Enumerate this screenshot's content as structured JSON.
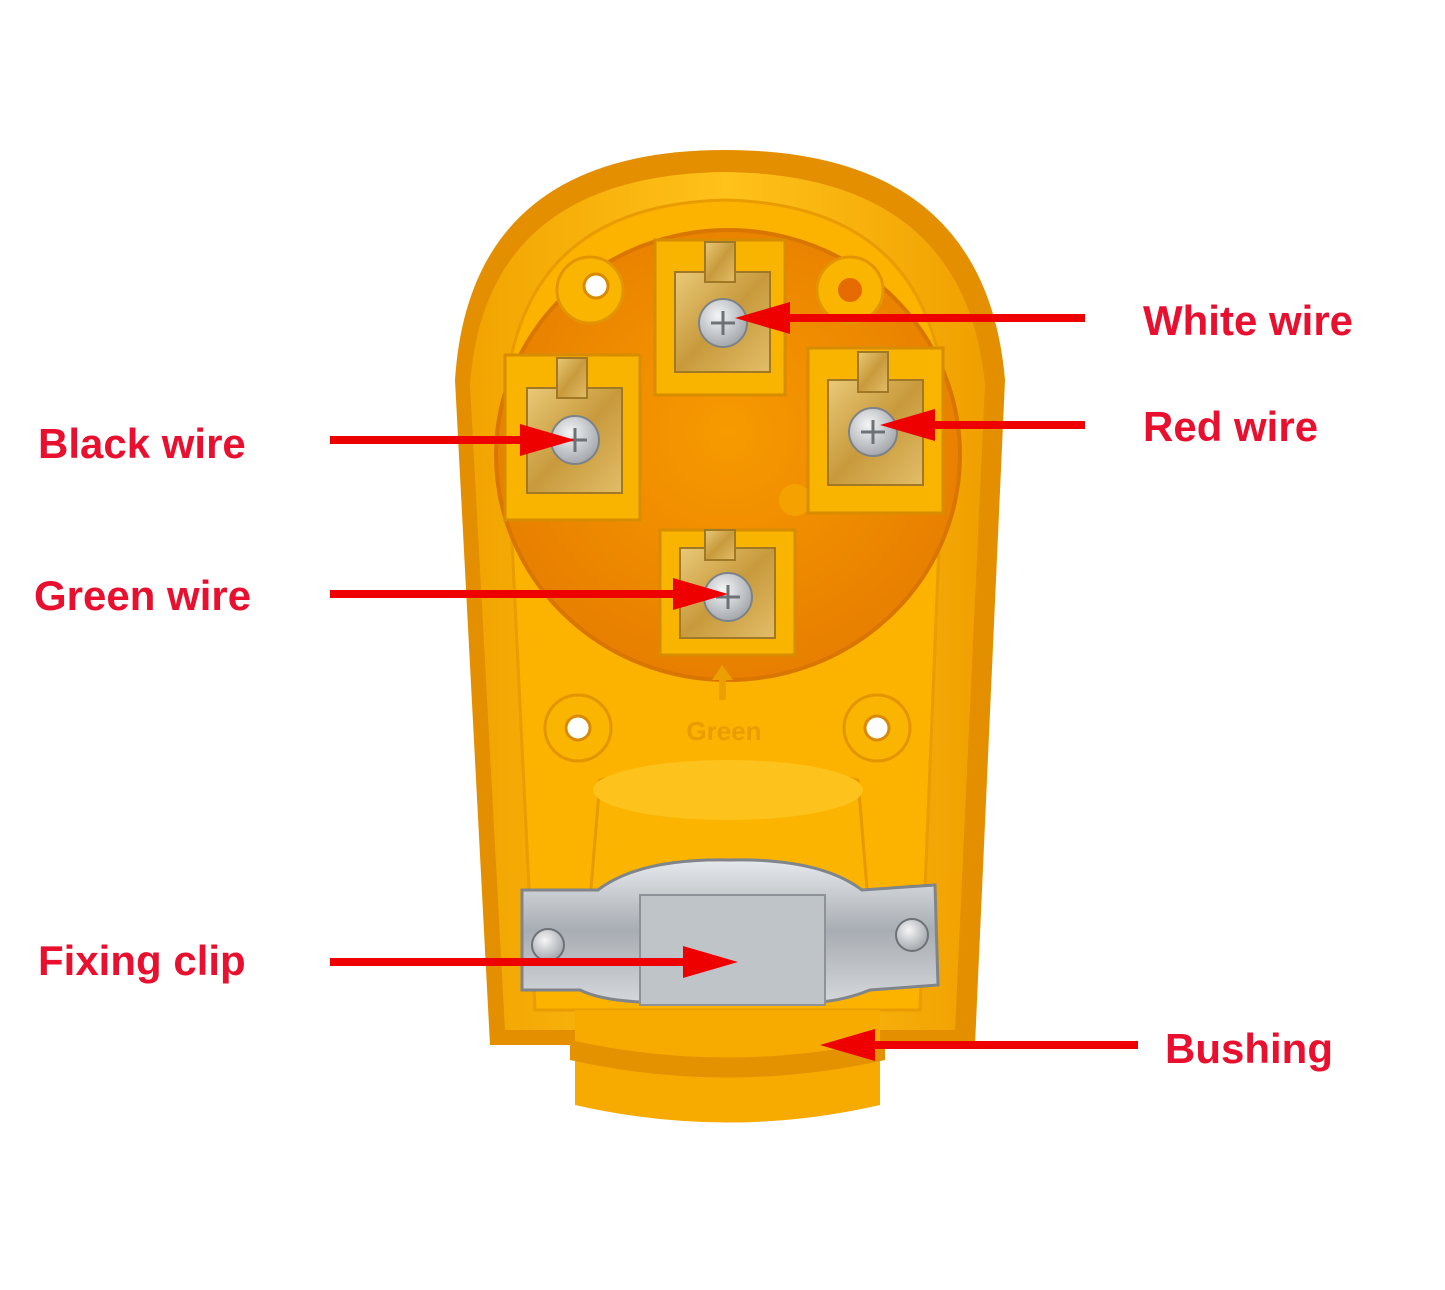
{
  "labels": {
    "white_wire": "White wire",
    "red_wire": "Red wire",
    "black_wire": "Black wire",
    "green_wire": "Green wire",
    "fixing_clip": "Fixing clip",
    "bushing": "Bushing"
  },
  "embossed_text": "Green",
  "colors": {
    "label": "#e8102e",
    "arrow": "#ee0000",
    "plug_body": "#f7b000",
    "plug_shadow": "#e08a00",
    "cavity": "#f28a00",
    "terminal_housing": "#f9b400",
    "brass": "#d4a84a",
    "screw": "#c9ccd0",
    "clip": "#b9bec4"
  }
}
